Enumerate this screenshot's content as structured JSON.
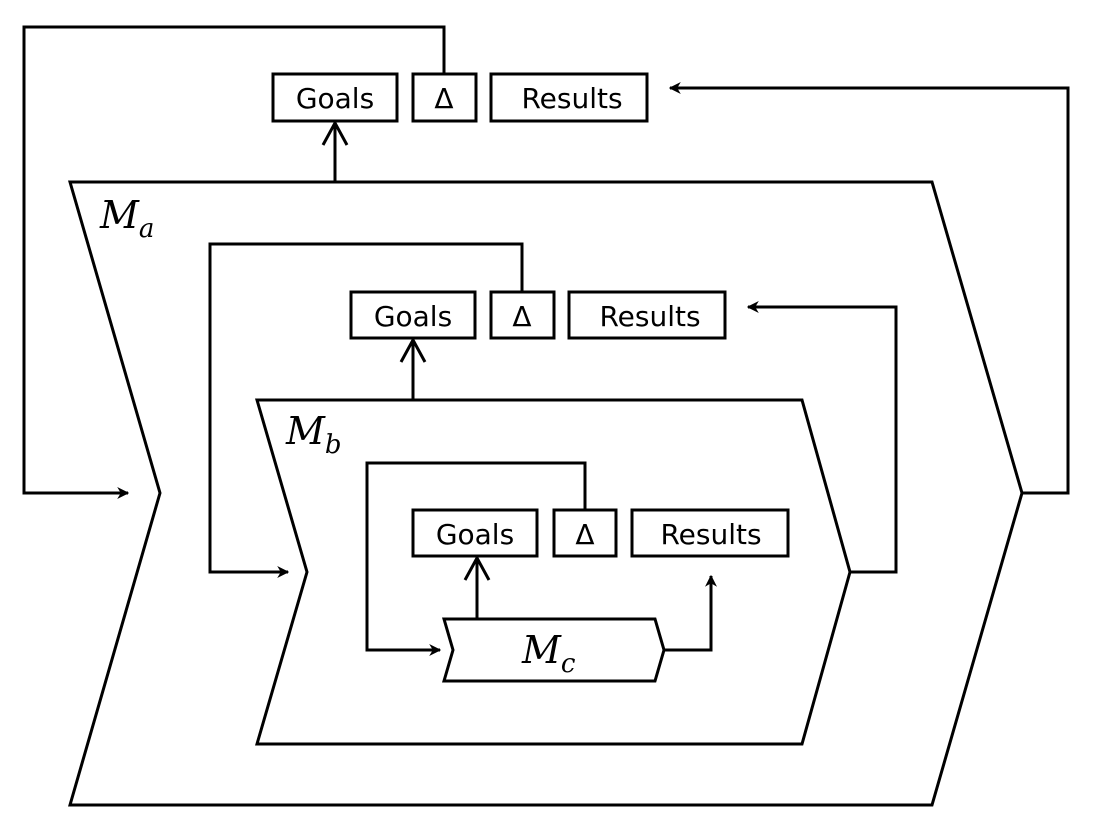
{
  "diagram": {
    "title": "Nested feedback models",
    "colors": {
      "stroke": "#000000",
      "background": "#ffffff"
    },
    "levels": [
      {
        "id": "a",
        "model": {
          "name": "M",
          "subscript": "a"
        },
        "boxes": {
          "goals": "Goals",
          "delta": "Δ",
          "results": "Results"
        }
      },
      {
        "id": "b",
        "model": {
          "name": "M",
          "subscript": "b"
        },
        "boxes": {
          "goals": "Goals",
          "delta": "Δ",
          "results": "Results"
        }
      },
      {
        "id": "c",
        "model": {
          "name": "M",
          "subscript": "c"
        },
        "boxes": {
          "goals": "Goals",
          "delta": "Δ",
          "results": "Results"
        }
      }
    ],
    "edges": [
      {
        "from": "model-a",
        "to": "goals-a",
        "arrow": "open"
      },
      {
        "from": "model-a",
        "to": "results-a",
        "arrow": "filled"
      },
      {
        "from": "delta-a",
        "to": "model-a",
        "arrow": "filled"
      },
      {
        "from": "model-b",
        "to": "goals-b",
        "arrow": "open"
      },
      {
        "from": "model-b",
        "to": "results-b",
        "arrow": "filled"
      },
      {
        "from": "delta-b",
        "to": "model-b",
        "arrow": "filled"
      },
      {
        "from": "model-c",
        "to": "goals-c",
        "arrow": "open"
      },
      {
        "from": "model-c",
        "to": "results-c",
        "arrow": "filled"
      },
      {
        "from": "delta-c",
        "to": "model-c",
        "arrow": "filled"
      }
    ]
  }
}
